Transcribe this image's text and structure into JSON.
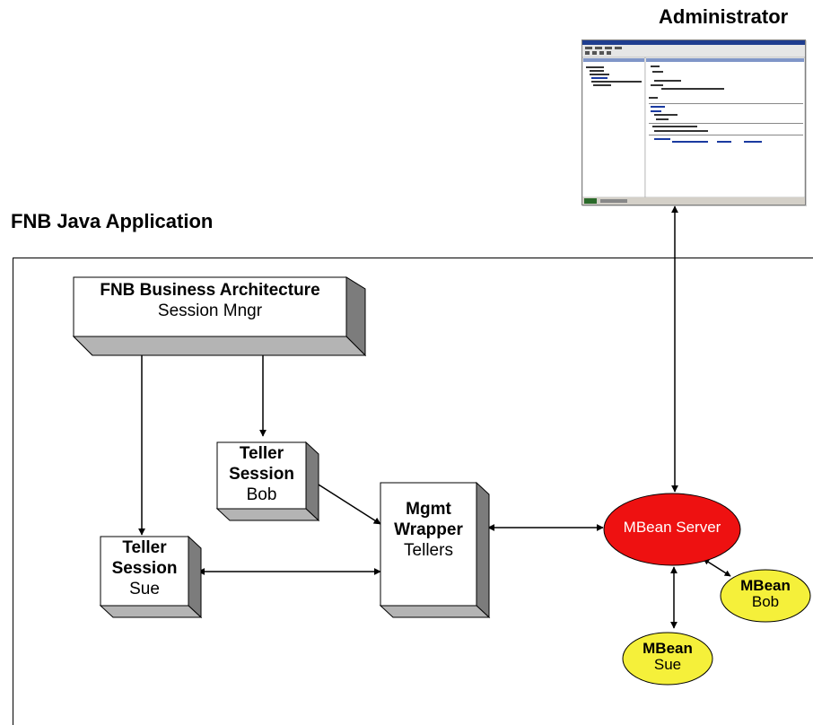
{
  "titles": {
    "administrator": "Administrator",
    "application": "FNB Java Application"
  },
  "boxes": {
    "business": {
      "line1": "FNB Business Architecture",
      "line2": "Session Mngr"
    },
    "teller_bob": {
      "line1a": "Teller",
      "line1b": "Session",
      "line2": "Bob"
    },
    "teller_sue": {
      "line1a": "Teller",
      "line1b": "Session",
      "line2": "Sue"
    },
    "wrapper": {
      "line1a": "Mgmt",
      "line1b": "Wrapper",
      "line2": "Tellers"
    }
  },
  "ellipses": {
    "server": {
      "label": "MBean Server",
      "fill": "#ee1111"
    },
    "bob": {
      "line1": "MBean",
      "line2": "Bob",
      "fill": "#f5f03a"
    },
    "sue": {
      "line1": "MBean",
      "line2": "Sue",
      "fill": "#f5f03a"
    }
  },
  "colors": {
    "box_face": "#ffffff",
    "box_side": "#9a9a9a",
    "box_top": "#cfcfcf",
    "line": "#000000"
  }
}
